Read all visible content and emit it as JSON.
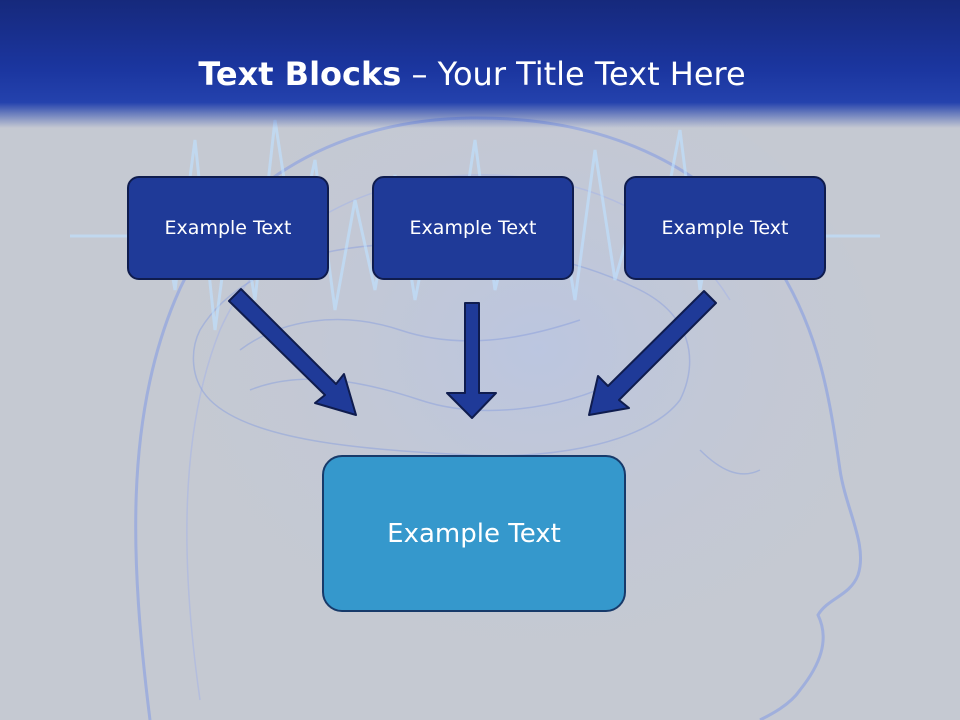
{
  "title": {
    "bold": "Text Blocks",
    "dash": " – ",
    "rest": "Your Title Text Here"
  },
  "boxes": {
    "top": [
      "Example Text",
      "Example Text",
      "Example Text"
    ],
    "main": "Example Text"
  },
  "colors": {
    "header": "#1b36a0",
    "box": "#1f3a98",
    "main_box": "#3598cc",
    "arrow": "#1f3a98",
    "background": "#c5c9d2"
  },
  "background_image": "head-brainwave-illustration"
}
